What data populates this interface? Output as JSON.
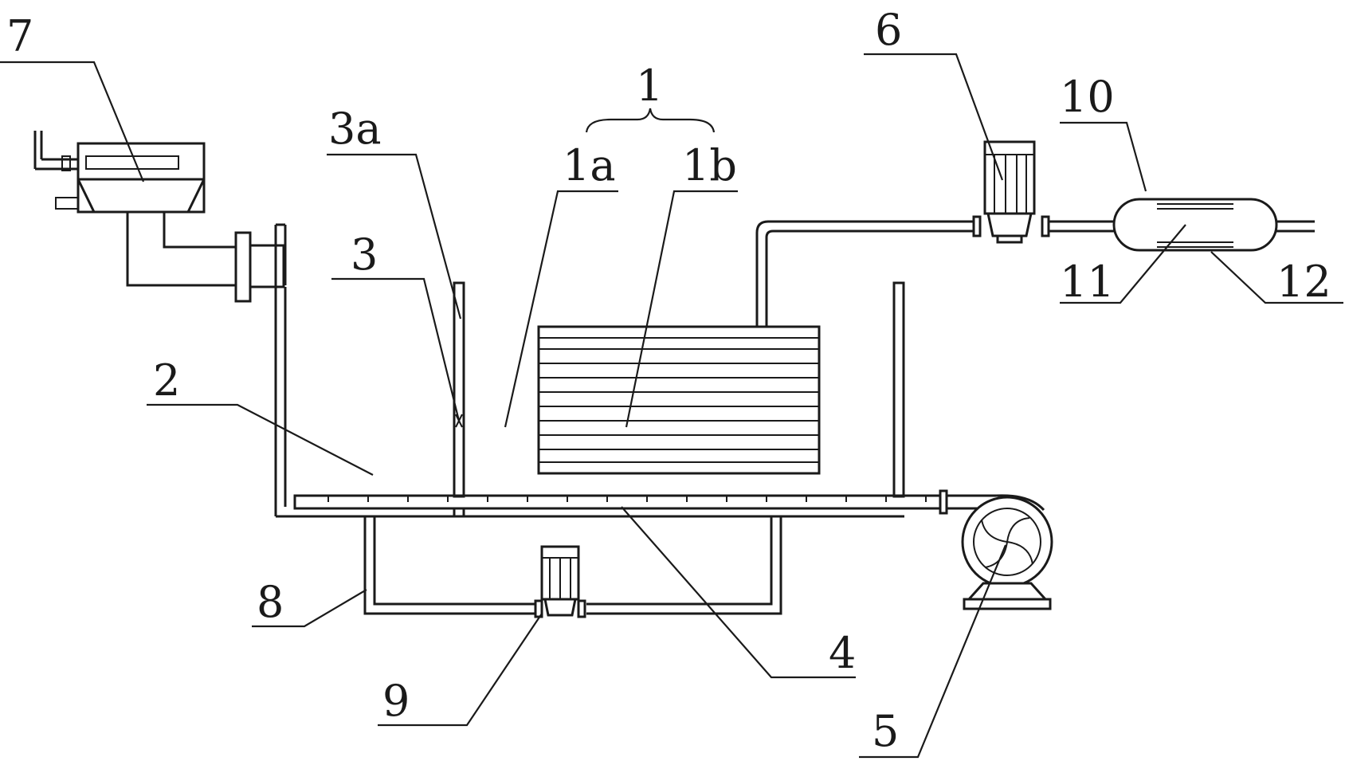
{
  "labels": {
    "l7": "7",
    "l3a": "3a",
    "l1": "1",
    "l1a": "1a",
    "l1b": "1b",
    "l6": "6",
    "l10": "10",
    "l3": "3",
    "l2": "2",
    "l11": "11",
    "l12": "12",
    "l8": "8",
    "l9": "9",
    "l4": "4",
    "l5": "5"
  },
  "colors": {
    "line": "#1a1a1a",
    "background": "#ffffff"
  }
}
